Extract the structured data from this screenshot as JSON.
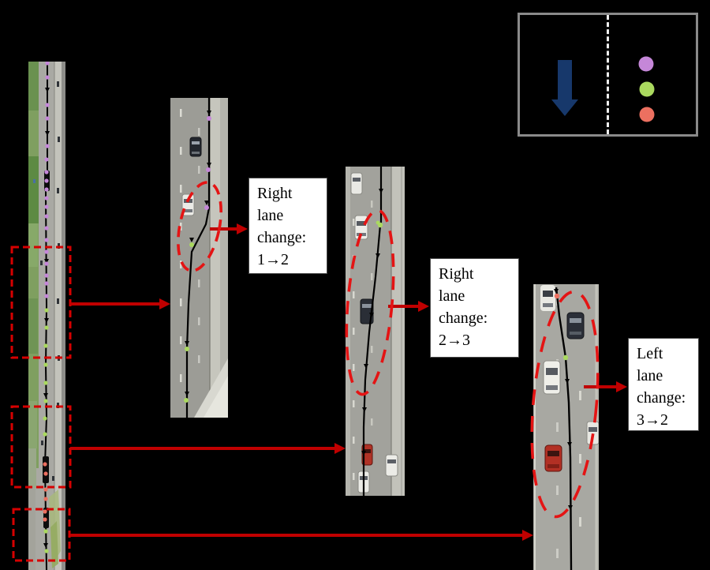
{
  "figure": {
    "background_color": "#000000",
    "connector_arrow_color": "#c00000",
    "roi_rect_color": "#d60000",
    "ellipse_color": "#e41414",
    "trajectory_color": "#000000"
  },
  "legend": {
    "border_color": "#8a8a8a",
    "direction_arrow_color": "#17386b",
    "divider_color": "#efefef",
    "markers": [
      {
        "id": "marker-top",
        "color": "#c587d8"
      },
      {
        "id": "marker-middle",
        "color": "#aad95f"
      },
      {
        "id": "marker-bottom",
        "color": "#ec7060"
      }
    ]
  },
  "callouts": [
    {
      "id": "lane-change-1",
      "lines": [
        "Right",
        "lane",
        "change:",
        "1→2"
      ]
    },
    {
      "id": "lane-change-2",
      "lines": [
        "Right",
        "lane",
        "change:",
        "2→3"
      ]
    },
    {
      "id": "lane-change-3",
      "lines": [
        "Left",
        "lane",
        "change:",
        "3→2"
      ]
    }
  ]
}
